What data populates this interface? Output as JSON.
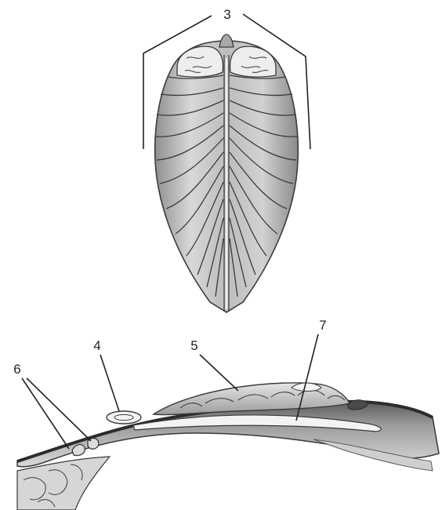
{
  "figure": {
    "labels": {
      "l3": "3",
      "l4": "4",
      "l5": "5",
      "l6": "6",
      "l7": "7"
    }
  }
}
